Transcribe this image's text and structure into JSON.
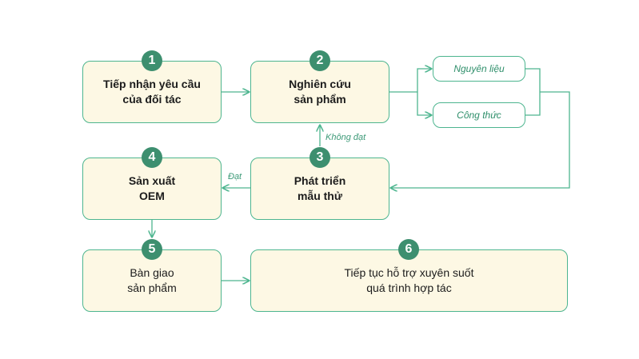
{
  "steps": [
    {
      "number": "1",
      "label": "Tiếp nhận yêu cầu\ncủa đối tác"
    },
    {
      "number": "2",
      "label": "Nghiên cứu\nsản phẩm"
    },
    {
      "number": "3",
      "label": "Phát triển\nmẫu thử"
    },
    {
      "number": "4",
      "label": "Sản xuất\nOEM"
    },
    {
      "number": "5",
      "label": "Bàn giao\nsản phẩm"
    },
    {
      "number": "6",
      "label": "Tiếp tục hỗ trợ xuyên suốt\nquá trình hợp tác"
    }
  ],
  "sub_items": [
    {
      "label": "Nguyên liệu"
    },
    {
      "label": "Công thức"
    }
  ],
  "edge_labels": {
    "fail": "Không đạt",
    "pass": "Đạt"
  },
  "colors": {
    "accent": "#3d8f6f",
    "line": "#4db58f",
    "box_fill": "#fdf8e4"
  }
}
